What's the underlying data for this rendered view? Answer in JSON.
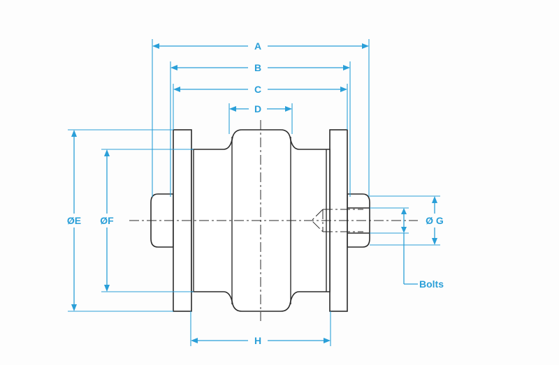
{
  "diagram": {
    "labels": {
      "A": "A",
      "B": "B",
      "C": "C",
      "D": "D",
      "E": "ØE",
      "F": "ØF",
      "G": "Ø G",
      "H": "H",
      "bolts": "Bolts"
    },
    "colors": {
      "dimension": "#2a9fd8",
      "outline": "#2a2a2a"
    }
  }
}
